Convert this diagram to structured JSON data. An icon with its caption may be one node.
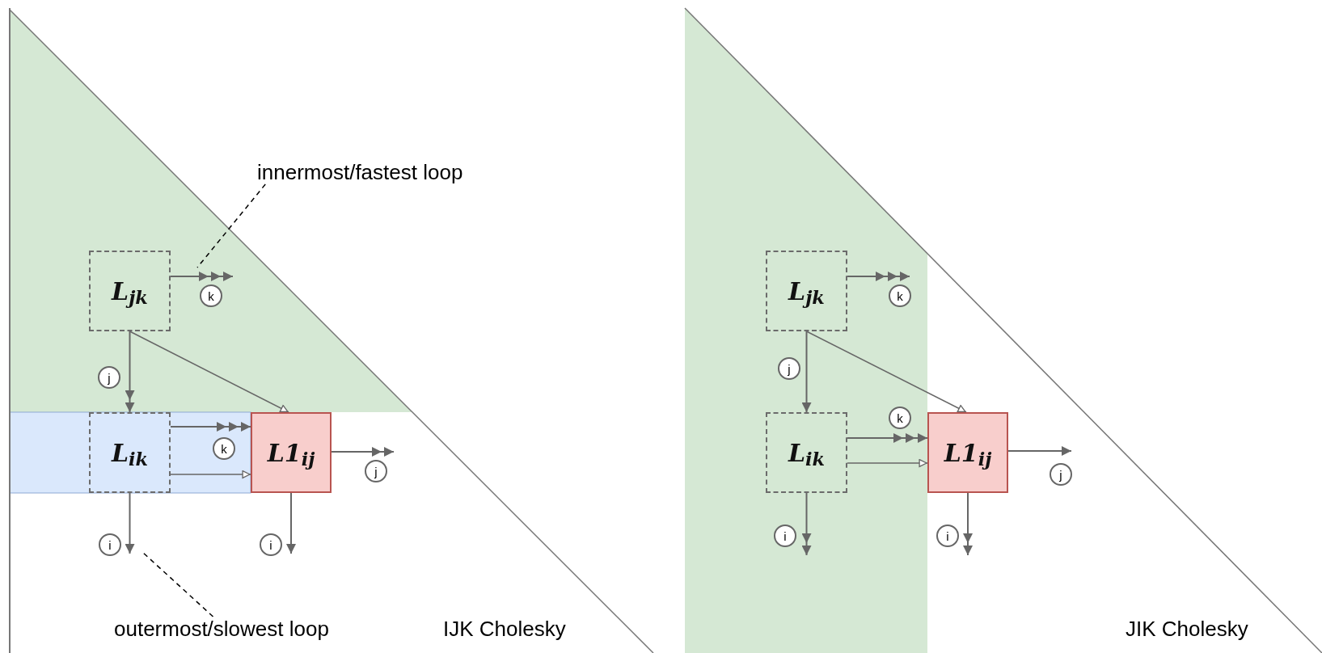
{
  "diagram": {
    "nodes": [
      {
        "text": [
          "innermost/fastest loop"
        ]
      },
      {
        "text": [
          "L$_{jk}$"
        ]
      },
      {
        "text": [
          "L$_{ik}$"
        ]
      },
      {
        "text": [
          "L1$_{ij}$"
        ]
      },
      {
        "text": [
          "outermost/slowest loop"
        ]
      },
      {
        "text": [
          "L$_{jk}$"
        ]
      },
      {
        "text": [
          "L$_{ik}$"
        ]
      },
      {
        "text": [
          "L1$_{ij}$"
        ]
      }
    ],
    "edges": [
      {
        "from": 1,
        "to": null,
        "arrow": "to",
        "label": "k"
      },
      {
        "from": 1,
        "to": 2,
        "arrow": "to",
        "label": "j"
      },
      {
        "from": 1,
        "to": 3,
        "arrow": "to"
      },
      {
        "from": 2,
        "to": 3,
        "arrow": "to",
        "label": "k"
      },
      {
        "from": 2,
        "to": 3,
        "arrow": "to"
      },
      {
        "from": 3,
        "to": null,
        "arrow": "to",
        "label": "j"
      },
      {
        "from": 2,
        "to": null,
        "arrow": "to",
        "label": "i"
      },
      {
        "from": 3,
        "to": null,
        "arrow": "to",
        "label": "i"
      },
      {
        "from": 0,
        "to": null,
        "arrow": "none",
        "style": "dashed",
        "color": "#000000"
      },
      {
        "from": 4,
        "to": null,
        "arrow": "none",
        "style": "dashed",
        "color": "#000000"
      },
      {
        "from": 5,
        "to": null,
        "arrow": "to",
        "label": "k"
      },
      {
        "from": 5,
        "to": 6,
        "arrow": "to",
        "label": "j"
      },
      {
        "from": 5,
        "to": 7,
        "arrow": "to"
      },
      {
        "from": 6,
        "to": 7,
        "arrow": "to",
        "label": "k"
      },
      {
        "from": 6,
        "to": 7,
        "arrow": "to"
      },
      {
        "from": 7,
        "to": null,
        "arrow": "to",
        "label": "j"
      },
      {
        "from": 6,
        "to": null,
        "arrow": "to",
        "label": "i"
      },
      {
        "from": 7,
        "to": null,
        "arrow": "to",
        "label": "i"
      }
    ],
    "labels": [
      "IJK Cholesky",
      "JIK Cholesky"
    ]
  }
}
